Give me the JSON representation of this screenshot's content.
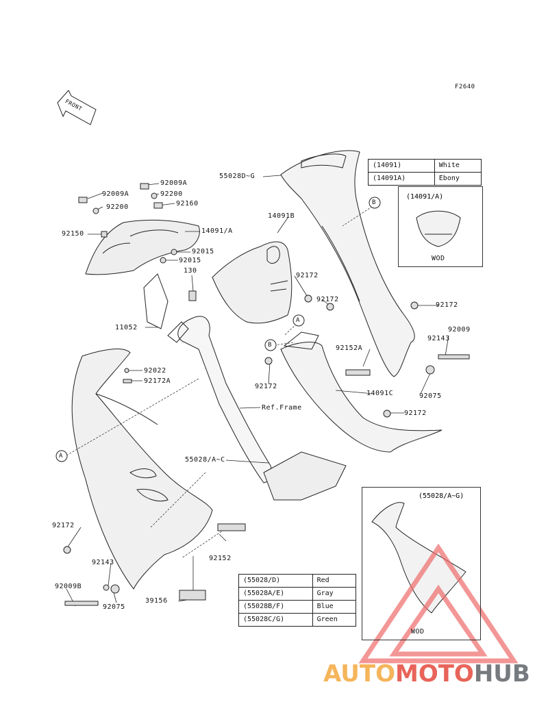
{
  "figure_code": "F2640",
  "front_label": "FRONT",
  "labels": {
    "p55028dg": "55028D~G",
    "p14091": "(14091)",
    "p14091a_tab": "(14091A)",
    "p92009a_1": "92009A",
    "p92009a_2": "92009A",
    "p92200_1": "92200",
    "p92200_2": "92200",
    "p92160": "92160",
    "p92150": "92150",
    "p14091a": "14091/A",
    "p14091b": "14091B",
    "p92015_1": "92015",
    "p92015_2": "92015",
    "p130": "130",
    "p92172_1": "92172",
    "p92172_2": "92172",
    "p92172_3": "92172",
    "p92172_4": "92172",
    "p92172_5": "92172",
    "p92172_6": "92172",
    "p11052": "11052",
    "p92143_1": "92143",
    "p92143_2": "92143",
    "p92009": "92009",
    "p92152a": "92152A",
    "p92022": "92022",
    "p92172a": "92172A",
    "p14091c": "14091C",
    "p92075_1": "92075",
    "p92075_2": "92075",
    "pRef": "Ref.Frame",
    "p55028ac": "55028/A~C",
    "p92152": "92152",
    "p92009b": "92009B",
    "p39156": "39156",
    "callA_1": "A",
    "callA_2": "A",
    "callB_1": "B",
    "callB_2": "B"
  },
  "color_table_top": [
    {
      "code": "(14091)",
      "color": "White"
    },
    {
      "code": "(14091A)",
      "color": "Ebony"
    }
  ],
  "color_table_bottom": [
    {
      "code": "(55028/D)",
      "color": "Red"
    },
    {
      "code": "(55028A/E)",
      "color": "Gray"
    },
    {
      "code": "(55028B/F)",
      "color": "Blue"
    },
    {
      "code": "(55028C/G)",
      "color": "Green"
    }
  ],
  "inset_top": {
    "title": "(14091/A)",
    "note": "WOD"
  },
  "inset_bottom": {
    "title": "(55028/A~G)",
    "note": "WOD"
  },
  "watermark": {
    "part1": "AUTO",
    "part2": "MOTO",
    "part3": "HUB"
  }
}
